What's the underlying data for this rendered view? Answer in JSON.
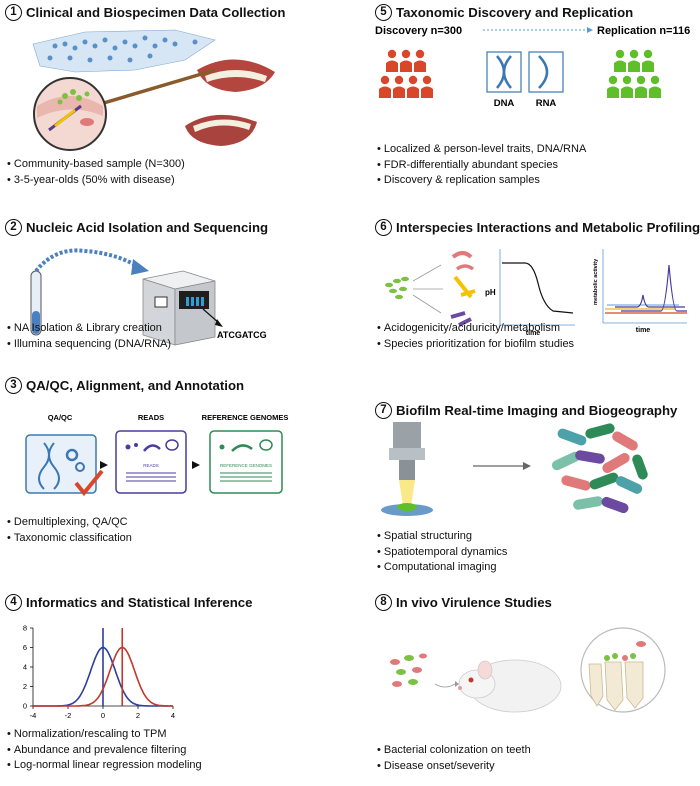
{
  "panels": [
    {
      "num": "1",
      "title": "Clinical and Biospecimen Data Collection",
      "bullets": [
        "Community-based sample (N=300)",
        "3-5-year-olds (50% with disease)"
      ]
    },
    {
      "num": "2",
      "title": "Nucleic Acid Isolation and Sequencing",
      "bullets": [
        "NA Isolation & Library creation",
        "Illumina sequencing (DNA/RNA)"
      ],
      "seq_label": "ATCGATCG"
    },
    {
      "num": "3",
      "title": "QA/QC, Alignment, and Annotation",
      "bullets": [
        "Demultiplexing, QA/QC",
        "Taxonomic classification"
      ],
      "box_labels": [
        "QA/QC",
        "READS",
        "REFERENCE GENOMES"
      ],
      "box_inner": [
        "READS",
        "REFERENCE GENOMES"
      ]
    },
    {
      "num": "4",
      "title": "Informatics and Statistical Inference",
      "bullets": [
        "Normalization/rescaling to TPM",
        "Abundance and prevalence filtering",
        "Log-normal linear regression modeling"
      ]
    },
    {
      "num": "5",
      "title": "Taxonomic Discovery and Replication",
      "bullets": [
        "Localized & person-level traits, DNA/RNA",
        "FDR-differentially abundant species",
        "Discovery & replication samples"
      ],
      "discovery": "Discovery n=300",
      "replication": "Replication n=116",
      "dna": "DNA",
      "rna": "RNA"
    },
    {
      "num": "6",
      "title": "Interspecies Interactions and Metabolic Profiling",
      "bullets": [
        "Acidogenicity/aciduricity/metabolism",
        "Species prioritization for biofilm studies"
      ],
      "ph": "pH",
      "time": "time",
      "metabolic": "metabolic activity"
    },
    {
      "num": "7",
      "title": "Biofilm Real-time Imaging and Biogeography",
      "bullets": [
        "Spatial structuring",
        "Spatiotemporal dynamics",
        "Computational imaging"
      ]
    },
    {
      "num": "8",
      "title": "In vivo Virulence Studies",
      "bullets": [
        "Bacterial colonization on teeth",
        "Disease onset/severity"
      ]
    }
  ],
  "colors": {
    "red": "#d9472b",
    "green": "#5fbf2a",
    "blue": "#3a78b5",
    "navy": "#2c3e9e",
    "dark_red": "#c0392b"
  },
  "chart_data": {
    "type": "line",
    "x_ticks": [
      "-4",
      "-2",
      "0",
      "2",
      "4"
    ],
    "y_ticks": [
      "0",
      "2",
      "4",
      "6",
      "8"
    ],
    "xlim": [
      -4,
      4
    ],
    "ylim": [
      0,
      8
    ],
    "series": [
      {
        "color": "#2c3e9e",
        "mean": 0,
        "sd": 0.7,
        "peak": 6,
        "vline": 0
      },
      {
        "color": "#c0392b",
        "mean": 1.1,
        "sd": 0.7,
        "peak": 6,
        "vline": 1.1
      }
    ]
  }
}
